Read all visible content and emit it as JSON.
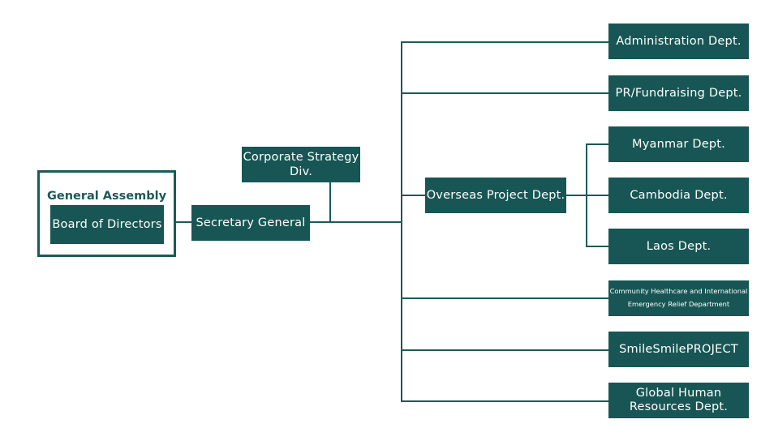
{
  "general_assembly": {
    "title": "General Assembly",
    "board": "Board of Directors"
  },
  "secretary_general": "Secretary General",
  "corporate_strategy": "Corporate Strategy Div.",
  "overseas_project": "Overseas Project Dept.",
  "departments": {
    "administration": "Administration Dept.",
    "pr_fundraising": "PR/Fundraising Dept.",
    "myanmar": "Myanmar Dept.",
    "cambodia": "Cambodia Dept.",
    "laos": "Laos Dept.",
    "community_healthcare_line1": "Community Healthcare and International",
    "community_healthcare_line2": "Emergency Relief Department",
    "smilesmile": "SmileSmilePROJECT",
    "global_hr_line1": "Global Human",
    "global_hr_line2": "Resources Dept."
  },
  "colors": {
    "box_fill": "#175654",
    "line": "#1c5a57",
    "text_on_box": "#ffffff"
  }
}
